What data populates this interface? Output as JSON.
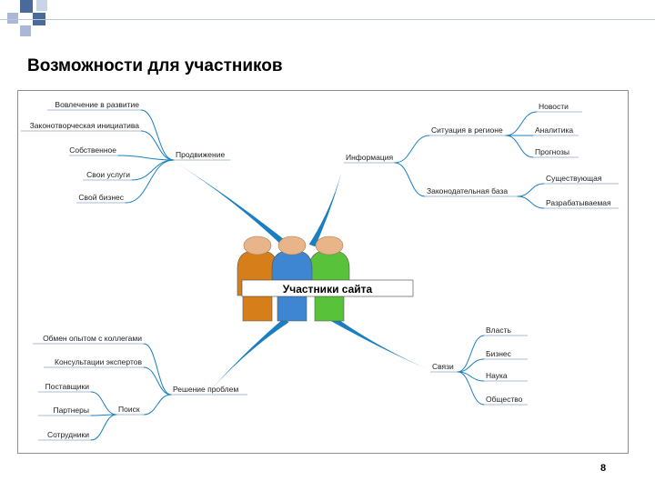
{
  "slide": {
    "title": "Возможности для участников",
    "page_number": "8"
  },
  "center": {
    "label": "Участники сайта"
  },
  "branches": [
    {
      "label": "Продвижение",
      "children": [
        {
          "label": "Вовлечение в развитие"
        },
        {
          "label": "Законотворческая инициатива"
        },
        {
          "label": "Собственное"
        },
        {
          "label": "Свои услуги"
        },
        {
          "label": "Свой бизнес"
        }
      ]
    },
    {
      "label": "Информация",
      "children": [
        {
          "label": "Ситуация в регионе",
          "children": [
            {
              "label": "Новости"
            },
            {
              "label": "Аналитика"
            },
            {
              "label": "Прогнозы"
            }
          ]
        },
        {
          "label": "Законодательная база",
          "children": [
            {
              "label": "Существующая"
            },
            {
              "label": "Разрабатываемая"
            }
          ]
        }
      ]
    },
    {
      "label": "Решение проблем",
      "children": [
        {
          "label": "Обмен опытом с коллегами"
        },
        {
          "label": "Консультации экспертов"
        },
        {
          "label": "Поиск",
          "children": [
            {
              "label": "Поставщики"
            },
            {
              "label": "Партнеры"
            },
            {
              "label": "Сотрудники"
            }
          ]
        }
      ]
    },
    {
      "label": "Связи",
      "children": [
        {
          "label": "Власть"
        },
        {
          "label": "Бизнес"
        },
        {
          "label": "Наука"
        },
        {
          "label": "Общество"
        }
      ]
    }
  ],
  "colors": {
    "branch": "#1a7fc0",
    "underline": "#8aa8c8",
    "person_orange": "#d67f1a",
    "person_blue": "#3e86d1",
    "person_green": "#58c23a",
    "head": "#e8b48a",
    "frame": "#8e8e8e",
    "deco": "#4a6a9a"
  },
  "icons": {
    "center": "people-group-icon"
  }
}
